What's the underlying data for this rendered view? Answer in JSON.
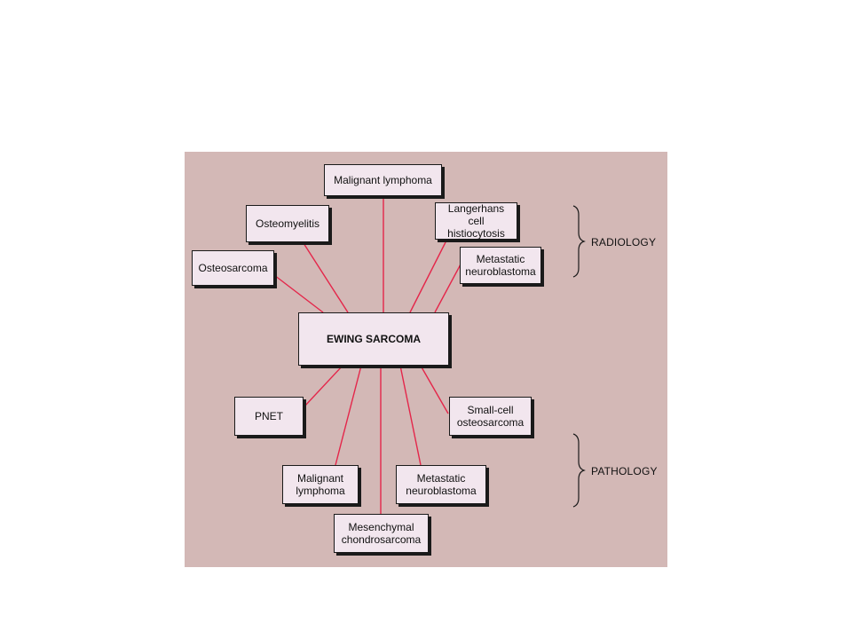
{
  "colors": {
    "panel_background": "#d3b8b6",
    "box_fill": "#f2e6ee",
    "connector": "#e4264a",
    "border": "#1a1a1a"
  },
  "center": {
    "label": "EWING SARCOMA"
  },
  "groups": {
    "radiology": {
      "label": "RADIOLOGY"
    },
    "pathology": {
      "label": "PATHOLOGY"
    }
  },
  "radiology_nodes": [
    {
      "label": "Malignant lymphoma"
    },
    {
      "label": "Osteomyelitis"
    },
    {
      "label": "Langerhans\ncell histiocytosis"
    },
    {
      "label": "Osteosarcoma"
    },
    {
      "label": "Metastatic\nneuroblastoma"
    }
  ],
  "pathology_nodes": [
    {
      "label": "PNET"
    },
    {
      "label": "Small-cell\nosteosarcoma"
    },
    {
      "label": "Malignant\nlymphoma"
    },
    {
      "label": "Metastatic\nneuroblastoma"
    },
    {
      "label": "Mesenchymal\nchondrosarcoma"
    }
  ]
}
